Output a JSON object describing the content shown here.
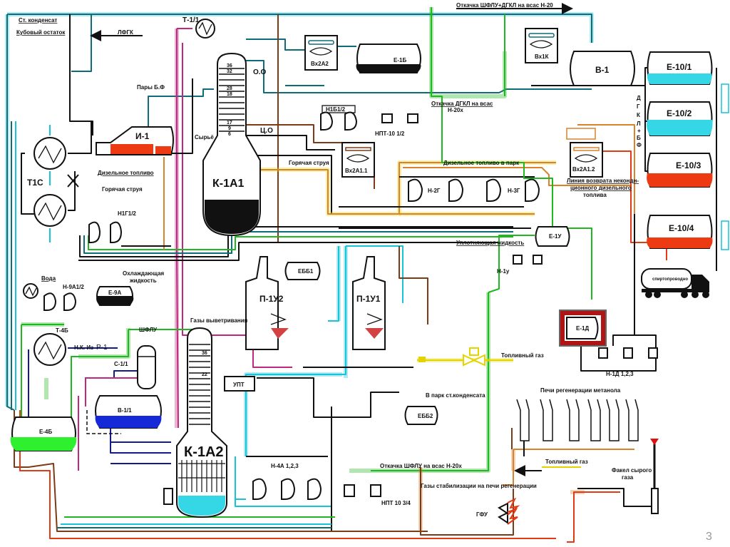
{
  "page_number": "3",
  "colors": {
    "black": "#111111",
    "teal": "#0e6b78",
    "cyan": "#17c3d6",
    "green": "#1fb81f",
    "brown": "#7a3b16",
    "orange": "#d9822b",
    "red": "#e23a14",
    "magenta": "#c0287f",
    "navy": "#121b8a",
    "yellow": "#e3d400",
    "blue_fill": "#1529d8",
    "green_fill": "#2ff02f",
    "cyan_fill": "#35d6e6",
    "red_fill": "#ee3a12",
    "highlight": "#b01515"
  },
  "labels": {
    "st_condensate": "Ст. конденсат",
    "bottoms": "Кубовый остаток",
    "lfgk": "ЛФГК",
    "vapors_bf": "Пары Б.Ф",
    "diesel_fuel": "Дизельное топливо",
    "hot_stream": "Горячая струя",
    "hot_stream_2": "Горячая струя",
    "raw": "Сырьё",
    "oo": "О.О",
    "co": "Ц.О",
    "water": "Вода",
    "cooling_liquid_1": "Охлаждающая",
    "cooling_liquid_2": "жидкость",
    "sealing_liquid": "Уплотняющая жидкость",
    "diesel_to_park": "Дизельное топливо в парк",
    "return_line_1": "Линия возврата некондн-",
    "return_line_2": "ционного дизельного",
    "return_line_3": "топлива",
    "shfl_dgkl_h20": "Откачка ШФЛУ+ДГКЛ на всас Н-20",
    "dgkl_h20x_1": "Откачка ДГКЛ на всас",
    "dgkl_h20x_2": "Н-20х",
    "dgkl_vertical": [
      "Д",
      "Г",
      "К",
      "Л",
      "+",
      "Б",
      "Ф"
    ],
    "weathering_gases": "Газы выветривания",
    "shflu": "ШФЛУ",
    "nk_from": "Н.К. Из",
    "r1": "Р-1",
    "to_park_condensate": "В парк ст.конденсата",
    "fuel_gas_1": "Топливный газ",
    "fuel_gas_2": "Топливный газ",
    "shflu_h20x": "Откачка ШФЛУ на всас Н-20х",
    "stab_gases": "Газы стабилизации на печи регенерации",
    "regen_furnaces": "Печи регенерации метанола",
    "flare_1": "Факел сырого",
    "flare_2": "газа",
    "tanker": "спиртопроводно"
  },
  "equipment": {
    "t11": "Т-1/1",
    "k1a1": "К-1А1",
    "k1a2": "К-1А2",
    "i1": "И-1",
    "t1c": "Т1С",
    "h1g": "Н1Г1/2",
    "h9a": "Н-9А1/2",
    "e9a": "Е-9А",
    "vh2a2": "Вх2А2",
    "e1b": "Е-1Б",
    "h1b": "Н1Б1/2",
    "npt10": "НПТ-10 1/2",
    "vh1k": "Вх1К",
    "b1": "В-1",
    "e101": "Е-10/1",
    "e102": "Е-10/2",
    "e103": "Е-10/3",
    "e104": "Е-10/4",
    "vh2a11": "Вх2А1.1",
    "vh2a12": "Вх2А1.2",
    "h2g": "Н-2Г",
    "h3g": "Н-3Г",
    "e1u": "Е-1У",
    "h1u": "Н-1у",
    "ebb1": "ЕББ1",
    "p1u2": "П-1У2",
    "p1u1": "П-1У1",
    "e1d": "Е-1Д",
    "h1d": "Н-1Д 1,2,3",
    "t4b": "Т-4Б",
    "c11": "С-1/1",
    "b11": "В-1/1",
    "e4b": "Е-4Б",
    "upt": "УПТ",
    "ebb2": "ЕББ2",
    "h4a": "Н-4А 1,2,3",
    "npt103": "НПТ 10 3/4",
    "gfu": "ГФУ"
  },
  "trays_k1a1": [
    "36",
    "32",
    "28",
    "18",
    "17",
    "9",
    "6"
  ],
  "trays_k1a2": [
    "36",
    "22"
  ]
}
